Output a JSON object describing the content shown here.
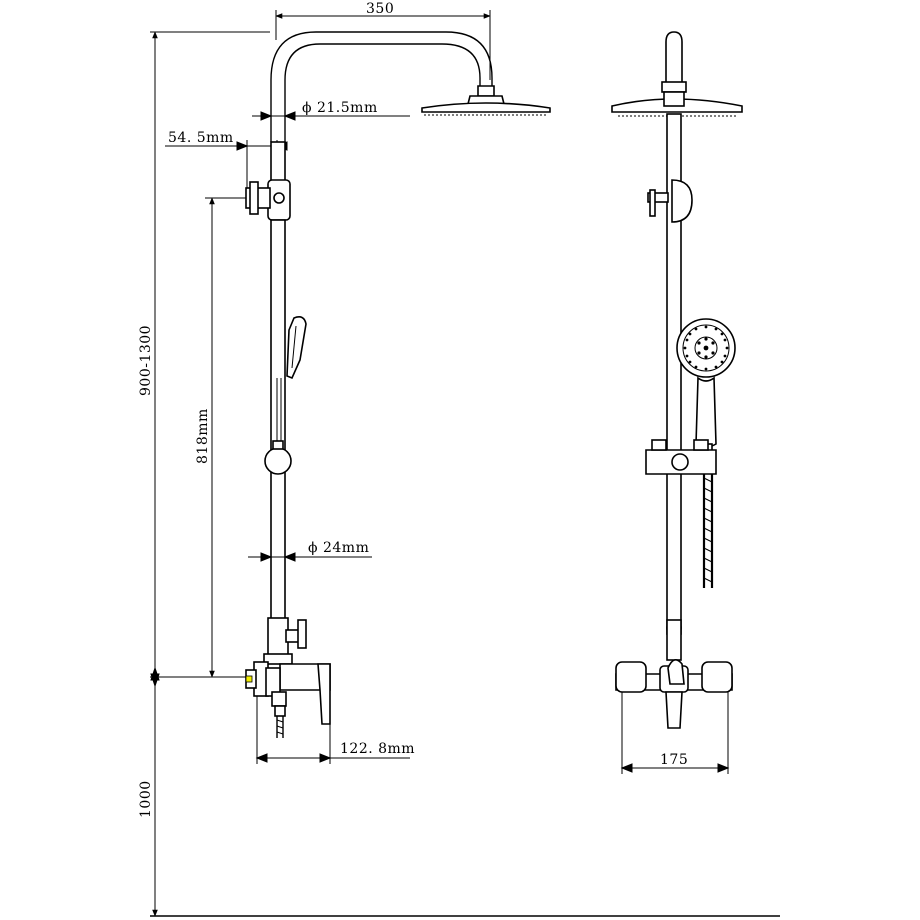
{
  "diagram": {
    "labels": {
      "width_top": "350",
      "pipe_diameter_upper": "ϕ 21.5mm",
      "offset_side": "54. 5mm",
      "height_range": "900-1300",
      "slide_rail": "818mm",
      "pipe_diameter_lower": "ϕ 24mm",
      "mixer_depth": "122. 8mm",
      "floor_height": "1000",
      "mixer_width": "175"
    },
    "colors": {
      "line": "#000000",
      "background": "#ffffff",
      "accent": "#f2ee00"
    }
  }
}
